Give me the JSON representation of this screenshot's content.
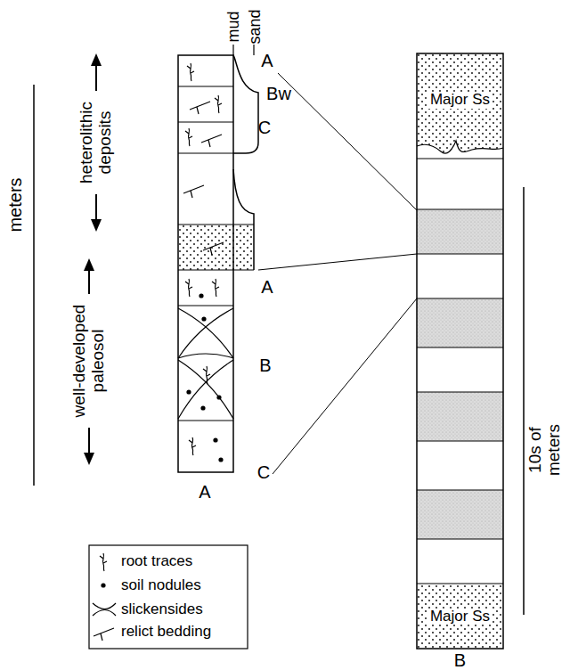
{
  "diagram": {
    "nodes": [
      {
        "text": [
          "B"
        ]
      },
      {
        "text": [
          "Major Ss"
        ],
        "in": 0
      },
      {
        "text": [
          "Major Ss"
        ],
        "in": 0
      }
    ],
    "labels": [
      "mud",
      "sand",
      "A",
      "Bw",
      "C",
      "heterolithic deposits",
      "meters",
      "well-developed paleosol",
      "A",
      "B",
      "C",
      "A",
      "10s of meters"
    ],
    "legend": [
      {
        "text": "root traces"
      },
      {
        "text": "soil nodules"
      },
      {
        "text": "slickensides"
      },
      {
        "text": "relict bedding"
      }
    ]
  }
}
